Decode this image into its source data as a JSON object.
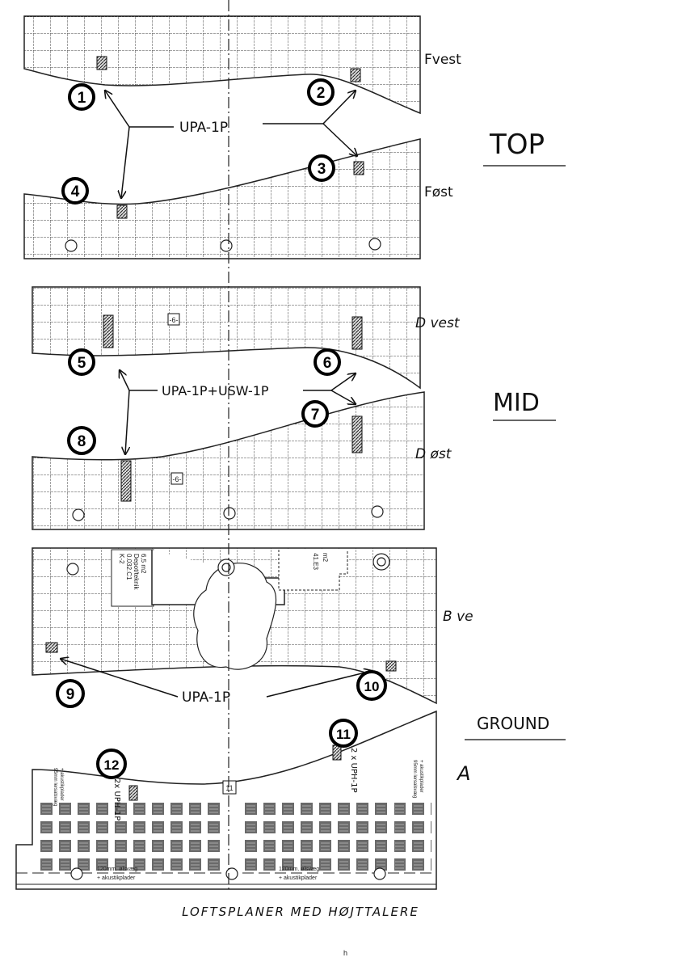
{
  "document": {
    "title": "LOFTSPLANER MED HØJTTALERE",
    "footer_mark": "h"
  },
  "sections": {
    "top": "TOP",
    "mid": "MID",
    "ground": "GROUND"
  },
  "zones": {
    "f_vest": "Fvest",
    "f_ost": "Føst",
    "d_vest": "D vest",
    "d_ost": "D øst",
    "b_vest": "B ve",
    "a": "A"
  },
  "callouts": {
    "top_label": "UPA-1P",
    "mid_label": "UPA-1P+USW-1P",
    "ground_label": "UPA-1P",
    "ground_a_left": "2x UPH-1P",
    "ground_a_right": "2 x UPH-1P"
  },
  "speakers": [
    "1",
    "2",
    "3",
    "4",
    "5",
    "6",
    "7",
    "8",
    "9",
    "10",
    "11",
    "12"
  ],
  "room_tags": {
    "mid_upper": "-6-",
    "mid_lower": "-6-",
    "ground_a": "11",
    "room_k2_line1": "K-2",
    "room_k2_line2": "0.032.C1",
    "room_k2_line3": "Depot/teknik",
    "room_k2_line4": "6,5 m2",
    "room_k3_line1": "41.E3",
    "room_k3_line2": "m2",
    "wall_note_1": "120mm. ølsvæg",
    "wall_note_1b": "+ akustikplader",
    "wall_note_2": "120mm. ølsvæg",
    "wall_note_2b": "+ akustikplader",
    "side_note_left": "95mm lersalsvæg",
    "side_note_left_b": "+ akustikplader",
    "side_note_right": "95mm lersalsvæg",
    "side_note_right_b": "+ akustikplader"
  }
}
